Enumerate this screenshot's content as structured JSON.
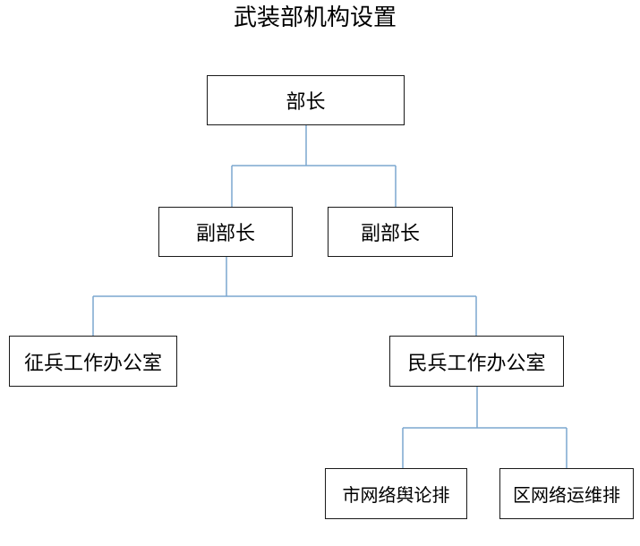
{
  "diagram": {
    "title": "武装部机构设置",
    "nodes": {
      "minister": "部长",
      "deputy_left": "副部长",
      "deputy_right": "副部长",
      "conscription_office": "征兵工作办公室",
      "militia_office": "民兵工作办公室",
      "city_network_platoon": "市网络舆论排",
      "district_network_platoon": "区网络运维排"
    },
    "edges": [
      [
        "minister",
        "deputy_left"
      ],
      [
        "minister",
        "deputy_right"
      ],
      [
        "deputy_left",
        "conscription_office"
      ],
      [
        "deputy_left",
        "militia_office"
      ],
      [
        "militia_office",
        "city_network_platoon"
      ],
      [
        "militia_office",
        "district_network_platoon"
      ]
    ],
    "colors": {
      "connector": "#7ba7cf",
      "box_border": "#1a1a1a"
    }
  }
}
